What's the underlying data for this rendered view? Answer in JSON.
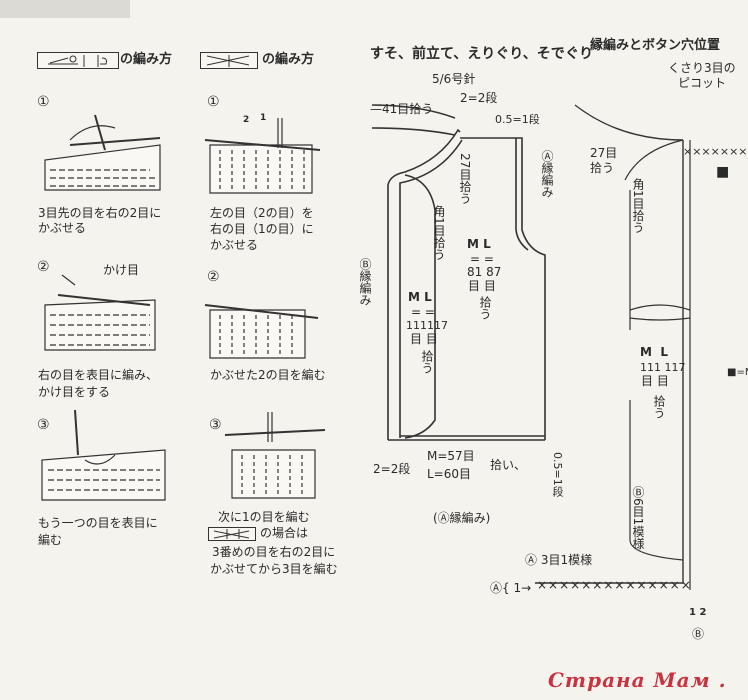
{
  "left": {
    "header1": {
      "suffix": "の編み方"
    },
    "header2": {
      "suffix": "の編み方"
    },
    "col1": [
      {
        "step": "①",
        "lines": [
          "3目先の目を右の2目に",
          "かぶせる"
        ]
      },
      {
        "step": "②",
        "note": "かけ目",
        "lines": [
          "右の目を表目に編み、",
          "かけ目をする"
        ]
      },
      {
        "step": "③",
        "lines": [
          "もう一つの目を表目に",
          "編む"
        ]
      }
    ],
    "col2": [
      {
        "step": "①",
        "marks": [
          "2",
          "1"
        ],
        "lines": [
          "左の目（2の目）を",
          "右の目（1の目）に",
          "かぶせる"
        ]
      },
      {
        "step": "②",
        "lines": [
          "かぶせた2の目を編む"
        ]
      },
      {
        "step": "③",
        "lines": [
          "次に1の目を編む"
        ],
        "case": "の場合は",
        "case_lines": [
          "3番めの目を右の2目に",
          "かぶせてから3目を編む"
        ]
      }
    ]
  },
  "garment": {
    "title": "すそ、前立て、えりぐり、そでぐり",
    "needle": "5/6号針",
    "pick41": "—41目拾う",
    "rows2_top": "2=2段",
    "rows05_top": "0.5=1段",
    "neck27": "27目拾う",
    "edgeA": "Ⓐ縁編み",
    "corner": "角1目拾う",
    "edgeB": "Ⓑ縁編み",
    "arm": {
      "m": "M",
      "l": "L",
      "eq": "= =",
      "mv": "81",
      "lv": "87",
      "unit": "目 目",
      "pick": "拾う"
    },
    "front": {
      "m": "M",
      "l": "L",
      "eq": "= =",
      "mv": "111",
      "lv": "117",
      "unit": "目 目",
      "pick": "拾う"
    },
    "rows2_bottom": "2=2段",
    "hem_m": "M=57目",
    "hem_l": "L=60目",
    "hem_pick": "拾い、",
    "hem_edge": "(Ⓐ縁編み)",
    "rows05_bottom": "0.5=1段"
  },
  "detail": {
    "title": "縁編みとボタン穴位置",
    "picot": [
      "くさり3目の",
      "ピコット"
    ],
    "neck27": "27目拾う",
    "corner": "角1目拾う",
    "front": {
      "m": "M",
      "l": "L",
      "mv": "111",
      "lv": "117",
      "unit": "目 目",
      "pick": "拾う"
    },
    "patternB": "Ⓑ6目1模様",
    "patternA": "Ⓐ 3目1模様",
    "rowA": "Ⓐ{ 1→",
    "rowsB": "1 2",
    "labelB": "Ⓑ",
    "buttonhole": "■",
    "legend": "■=M"
  },
  "watermark": "Страна Мам . ру"
}
